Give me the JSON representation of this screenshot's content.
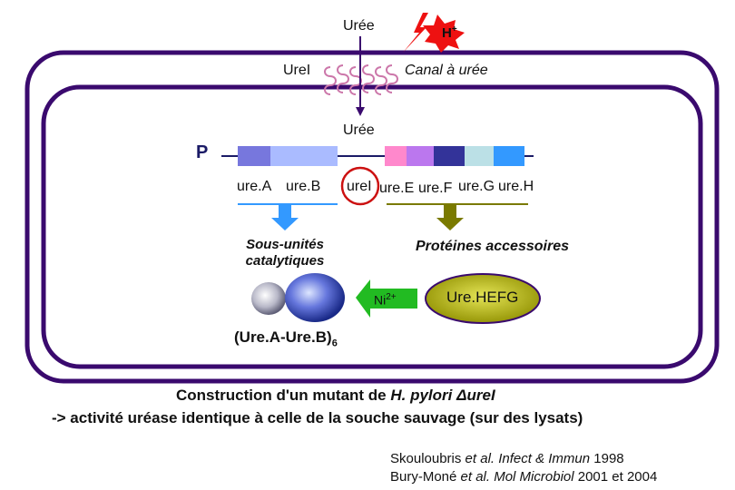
{
  "top": {
    "uree_outside": "Urée",
    "proton": "H",
    "proton_sup": "+"
  },
  "channel": {
    "name": "UreI",
    "description": "Canal à urée"
  },
  "cytoplasm": {
    "uree_inside": "Urée",
    "promoter": "P"
  },
  "genes": [
    {
      "label": "ure.A",
      "color": "#7777dd"
    },
    {
      "label": "ure.B",
      "color": "#aabbff"
    },
    {
      "label": "ureI",
      "color": "#ff88cc"
    },
    {
      "label": "ure.E",
      "color": "#bb77ee"
    },
    {
      "label": "ure.F",
      "color": "#333399"
    },
    {
      "label": "ure.G",
      "color": "#bbe0e6"
    },
    {
      "label": "ure.H",
      "color": "#3399ff"
    }
  ],
  "products": {
    "catalytic": "Sous-unités catalytiques",
    "accessory": "Protéines accessoires",
    "nickel": "Ni",
    "nickel_sup": "2+",
    "accessory_complex": "Ure.HEFG",
    "enzyme": "(Ure.A-Ure.B)",
    "enzyme_sub": "6"
  },
  "caption": {
    "line1_prefix": "Construction d'un mutant de ",
    "line1_species": "H. pylori",
    "line1_mutant": " ΔureI",
    "line2": "-> activité uréase identique à celle de la souche sauvage (sur des lysats)"
  },
  "references": {
    "ref1_authors": "Skouloubris ",
    "ref1_journal": "et al. Infect & Immun",
    "ref1_year": " 1998",
    "ref2_authors": "Bury-Moné ",
    "ref2_journal": "et al. Mol Microbiol",
    "ref2_year": " 2001 et 2004"
  },
  "colors": {
    "membrane": "#3a0a6e",
    "promoter": "#1a1a66",
    "catalytic_arrow": "#3399ff",
    "accessory_arrow": "#7a7a00",
    "nickel_arrow": "#22bb22",
    "ureI_circle": "#cc1111",
    "proton_star": "#ee1111",
    "ure_hefg_fill": "#b8b800"
  }
}
